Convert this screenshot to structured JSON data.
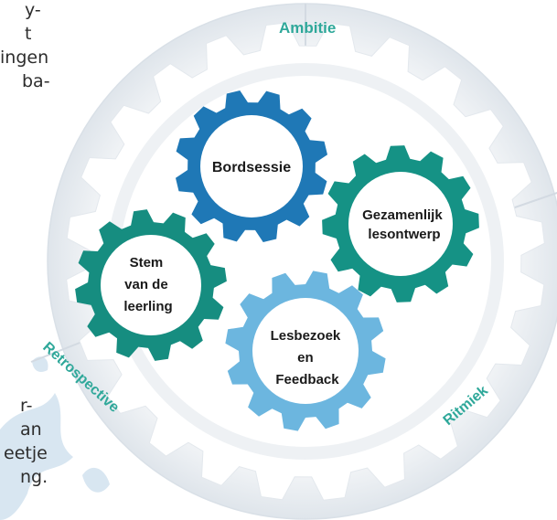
{
  "colors": {
    "ring": "#e4e9ee",
    "sector_label": "#2fa89a",
    "gear_bordsessie": "#1f78b6",
    "gear_gezamenlijk": "#159285",
    "gear_stem": "#168d80",
    "gear_lesbezoek": "#6cb6df",
    "gear_text": "#1a1a1a",
    "splash": "#cfe0ee"
  },
  "side_text": {
    "top_lines": [
      "y-",
      "t",
      "ingen",
      "ba-"
    ],
    "bottom_lines": [
      "r-",
      "an",
      "eetje",
      "ng."
    ]
  },
  "sectors": {
    "ambitie": "Ambitie",
    "ritmiek": "Ritmiek",
    "retrospective": "Retrospective"
  },
  "gears": {
    "bordsessie": [
      "Bordsessie"
    ],
    "gezamenlijk": [
      "Gezamenlijk",
      "lesontwerp"
    ],
    "stem": [
      "Stem",
      "van de",
      "leerling"
    ],
    "lesbezoek": [
      "Lesbezoek",
      "en",
      "Feedback"
    ]
  }
}
